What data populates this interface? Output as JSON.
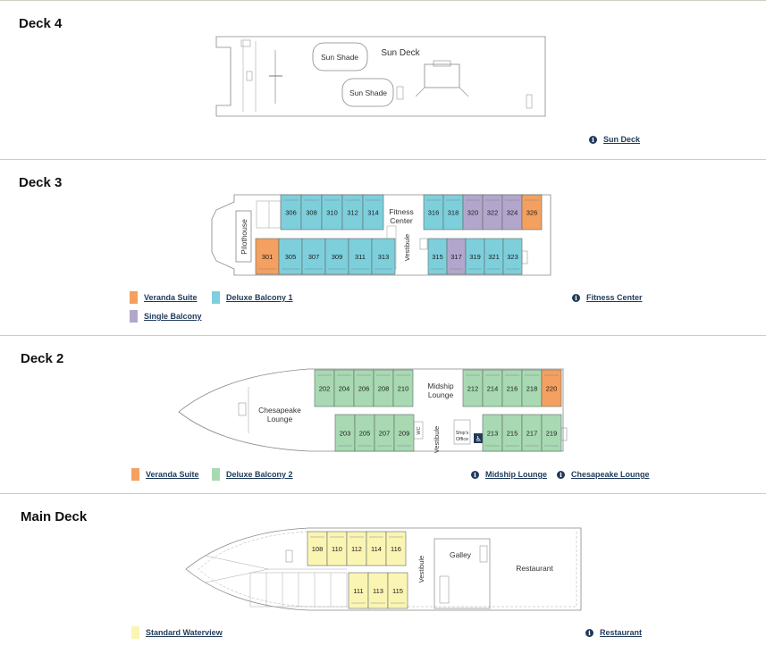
{
  "colors": {
    "veranda_suite": "#f4a060",
    "deluxe_balcony_1": "#7ecfdc",
    "single_balcony": "#b3a6cc",
    "deluxe_balcony_2": "#a8d9b3",
    "standard_waterview": "#fbf5b4",
    "link": "#1f3a5a"
  },
  "decks": {
    "deck4": {
      "title": "Deck 4",
      "areas": {
        "sun_shade_1": "Sun Shade",
        "sun_shade_2": "Sun Shade",
        "sun_deck": "Sun Deck"
      },
      "info": [
        "Sun Deck"
      ]
    },
    "deck3": {
      "title": "Deck 3",
      "areas": {
        "pilothouse": "Pilothouse",
        "fitness": "Fitness Center",
        "vestibule": "Vestibule"
      },
      "cabins": {
        "top": [
          {
            "n": "306",
            "t": "d"
          },
          {
            "n": "308",
            "t": "d"
          },
          {
            "n": "310",
            "t": "d"
          },
          {
            "n": "312",
            "t": "d"
          },
          {
            "n": "314",
            "t": "d"
          },
          {
            "n": "316",
            "t": "d"
          },
          {
            "n": "318",
            "t": "d"
          },
          {
            "n": "320",
            "t": "s"
          },
          {
            "n": "322",
            "t": "s"
          },
          {
            "n": "324",
            "t": "s"
          },
          {
            "n": "326",
            "t": "v"
          }
        ],
        "bottom": [
          {
            "n": "301",
            "t": "v"
          },
          {
            "n": "305",
            "t": "d"
          },
          {
            "n": "307",
            "t": "d"
          },
          {
            "n": "309",
            "t": "d"
          },
          {
            "n": "311",
            "t": "d"
          },
          {
            "n": "313",
            "t": "d"
          },
          {
            "n": "315",
            "t": "d"
          },
          {
            "n": "317",
            "t": "s"
          },
          {
            "n": "319",
            "t": "d"
          },
          {
            "n": "321",
            "t": "d"
          },
          {
            "n": "323",
            "t": "d"
          }
        ]
      },
      "legend": [
        "Veranda Suite",
        "Deluxe Balcony 1",
        "Single Balcony"
      ],
      "info": [
        "Fitness Center"
      ]
    },
    "deck2": {
      "title": "Deck 2",
      "areas": {
        "chesapeake": "Chesapeake Lounge",
        "midship": "Midship Lounge",
        "vestibule": "Vestibule",
        "office": "Ship's Office",
        "wc": "WC"
      },
      "cabins": {
        "top": [
          {
            "n": "202",
            "t": "d"
          },
          {
            "n": "204",
            "t": "d"
          },
          {
            "n": "206",
            "t": "d"
          },
          {
            "n": "208",
            "t": "d"
          },
          {
            "n": "210",
            "t": "d"
          },
          {
            "n": "212",
            "t": "d"
          },
          {
            "n": "214",
            "t": "d"
          },
          {
            "n": "216",
            "t": "d"
          },
          {
            "n": "218",
            "t": "d"
          },
          {
            "n": "220",
            "t": "v"
          }
        ],
        "bottom": [
          {
            "n": "203",
            "t": "d"
          },
          {
            "n": "205",
            "t": "d"
          },
          {
            "n": "207",
            "t": "d"
          },
          {
            "n": "209",
            "t": "d"
          },
          {
            "n": "213",
            "t": "d"
          },
          {
            "n": "215",
            "t": "d"
          },
          {
            "n": "217",
            "t": "d"
          },
          {
            "n": "219",
            "t": "d"
          }
        ]
      },
      "legend": [
        "Veranda Suite",
        "Deluxe Balcony 2"
      ],
      "info": [
        "Midship Lounge",
        "Chesapeake Lounge"
      ]
    },
    "main": {
      "title": "Main Deck",
      "areas": {
        "galley": "Galley",
        "restaurant": "Restaurant",
        "vestibule": "Vestibule"
      },
      "cabins": {
        "top": [
          {
            "n": "108",
            "t": "w"
          },
          {
            "n": "110",
            "t": "w"
          },
          {
            "n": "112",
            "t": "w"
          },
          {
            "n": "114",
            "t": "w"
          },
          {
            "n": "116",
            "t": "w"
          }
        ],
        "bottom": [
          {
            "n": "111",
            "t": "w"
          },
          {
            "n": "113",
            "t": "w"
          },
          {
            "n": "115",
            "t": "w"
          }
        ]
      },
      "legend": [
        "Standard Waterview"
      ],
      "info": [
        "Restaurant"
      ]
    }
  }
}
